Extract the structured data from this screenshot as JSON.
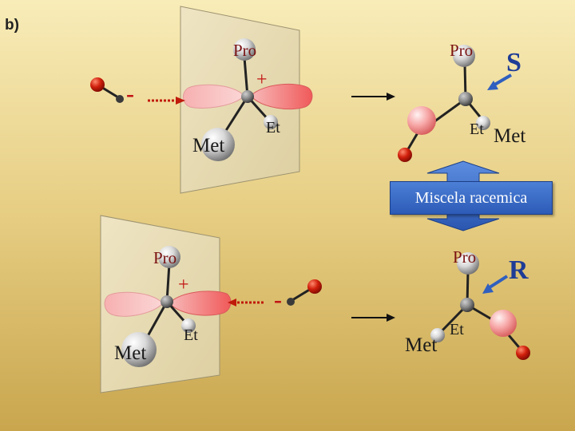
{
  "panel_label": "b)",
  "top": {
    "pro_left": "Pro",
    "plus": "+",
    "minus": "-",
    "et_left": "Et",
    "met_left": "Met",
    "pro_right": "Pro",
    "config": "S",
    "et_right": "Et",
    "met_right": "Met"
  },
  "racemic_label": "Miscela racemica",
  "bottom": {
    "pro_left": "Pro",
    "plus": "+",
    "minus": "-",
    "met_left": "Met",
    "et_left": "Et",
    "pro_right": "Pro",
    "config": "R",
    "met_right": "Met",
    "et_right": "Et"
  },
  "colors": {
    "background_light": "#f8ecb8",
    "background_dark": "#c9a64e",
    "plane": "#e8dcb0",
    "lobe": "#f36f6f",
    "nucleophile": "#c01a0a",
    "arrow_blue": "#2f5fbf",
    "label_red": "#c21414"
  }
}
